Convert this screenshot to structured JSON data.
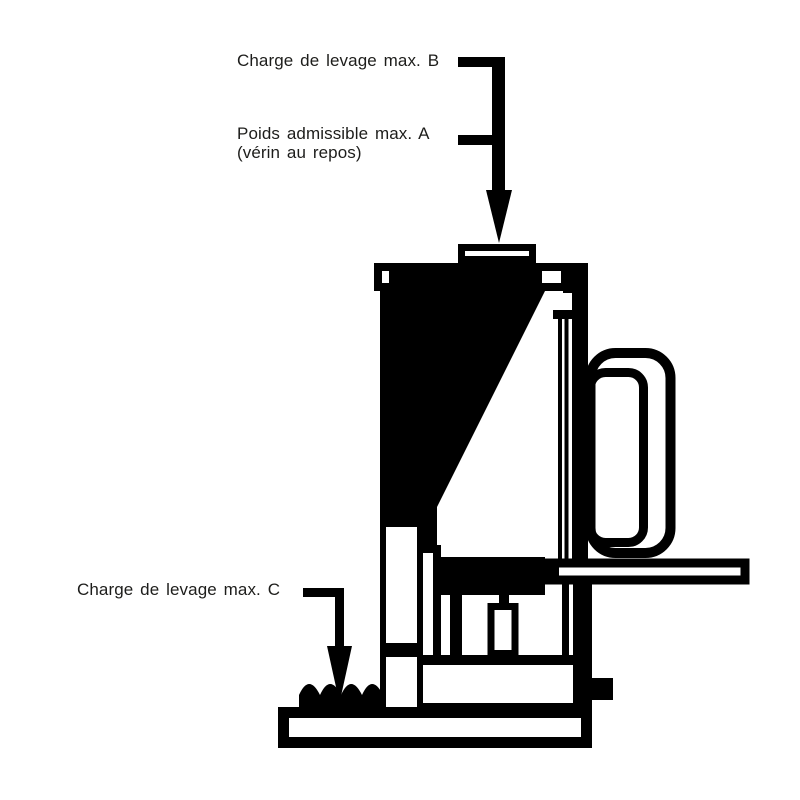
{
  "diagram": {
    "type": "technical-line-drawing",
    "subject": "toe-jack-side-view",
    "ink_color": "#000000",
    "background_color": "#ffffff",
    "text_color": "#1d1d1b",
    "callouts": {
      "b": {
        "label": "Charge de levage max. B",
        "target": "saddle-pad",
        "arrow": "down"
      },
      "a": {
        "line1": "Poids admissible max. A",
        "line2": "(vérin au repos)",
        "target": "saddle-pad",
        "arrow": "down"
      },
      "c": {
        "label": "Charge de levage max. C",
        "target": "toe-claw-pad",
        "arrow": "down"
      }
    }
  }
}
